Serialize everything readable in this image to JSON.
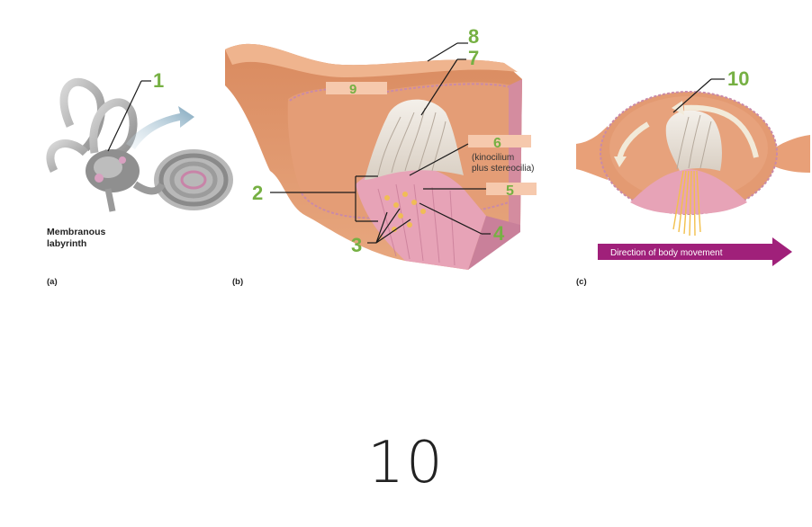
{
  "labels": {
    "l1": "1",
    "l2": "2",
    "l3": "3",
    "l4": "4",
    "l5": "5",
    "l6": "6",
    "l7": "7",
    "l8": "8",
    "l9": "9",
    "l10": "10"
  },
  "kinocilium_note": [
    "(kinocilium",
    "plus stereocilia)"
  ],
  "membranous_labyrinth": [
    "Membranous",
    "labyrinth"
  ],
  "panels": {
    "a": "(a)",
    "b": "(b)",
    "c": "(c)"
  },
  "movement_arrow": "Direction of body movement",
  "slide_number": "10",
  "colors": {
    "label_green": "#76b043",
    "blank_box": "#f6c9ad",
    "tissue": "#e39a72",
    "tissue_light": "#f0bc98",
    "membrane": "#c98aa8",
    "arrow_purple": "#a0207a",
    "gray_labyrinth": "#9a9a9a"
  }
}
